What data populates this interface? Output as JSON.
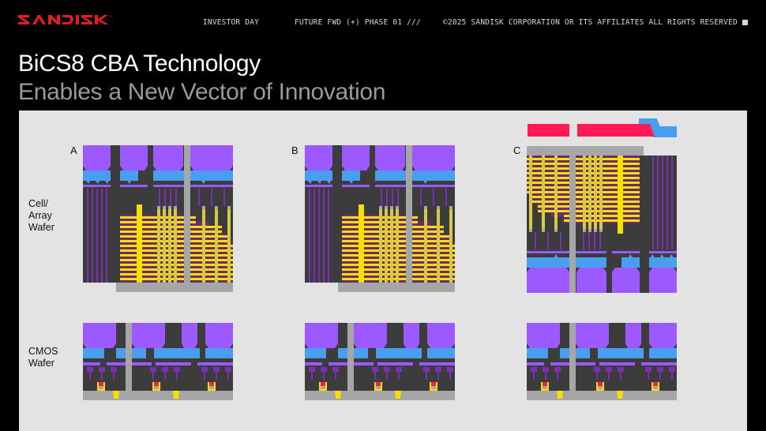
{
  "header": {
    "brand": "SANDISK",
    "trademark": "™",
    "event": "INVESTOR DAY",
    "tagline": "FUTURE FWD (+) PHASE 01 ///",
    "copyright": "©2025 SANDISK CORPORATION OR ITS AFFILIATES ALL RIGHTS RESERVED"
  },
  "slide": {
    "title": "BiCS8 CBA Technology",
    "subtitle": "Enables a New Vector of Innovation"
  },
  "diagram": {
    "row_labels": {
      "cell": "Cell/\nArray\nWafer",
      "cmos": "CMOS\nWafer"
    },
    "panels": [
      {
        "label": "A"
      },
      {
        "label": "B"
      },
      {
        "label": "C"
      }
    ],
    "colors": {
      "substrate": "#3c3c3c",
      "metal_top": "#9b59ff",
      "metal_mid": "#4a9eef",
      "via": "#7a2fb5",
      "wordline": "#f7e000",
      "wordline_dark": "#6a2c73",
      "column": "#a6a6a6",
      "pad_red": "#ff1a55",
      "pad_blue": "#4a9eef",
      "brand_red": "#e31b23",
      "panel_bg": "#e3e3e3"
    }
  }
}
